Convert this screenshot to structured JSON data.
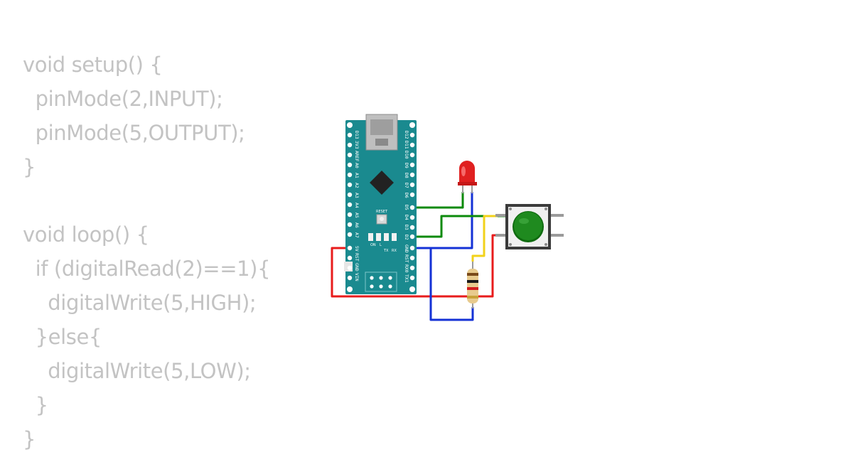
{
  "code": {
    "lines": [
      "void setup() {",
      "  pinMode(2,INPUT);",
      "  pinMode(5,OUTPUT);",
      "}",
      "",
      "void loop() {",
      "  if (digitalRead(2)==1){",
      "    digitalWrite(5,HIGH);",
      "  }else{",
      "    digitalWrite(5,LOW);",
      "  }",
      "}"
    ]
  },
  "board": {
    "left_pins": [
      "D13",
      "3V3",
      "AREF",
      "A0",
      "A1",
      "A2",
      "A3",
      "A4",
      "A5",
      "A6",
      "A7",
      "5V",
      "RST",
      "GND",
      "VIN"
    ],
    "right_pins": [
      "D12",
      "D11",
      "D10",
      "D9",
      "D8",
      "D7",
      "D6",
      "D5",
      "D4",
      "D3",
      "D2",
      "GND",
      "RST",
      "RX0",
      "TX1"
    ],
    "reset_label": "RESET",
    "led_labels": [
      "ON",
      "L",
      "TX",
      "RX"
    ]
  },
  "colors": {
    "code_text": "#c3c3c3",
    "board": "#1a8a8f",
    "wire_red": "#e81c1c",
    "wire_green": "#0b8a0b",
    "wire_blue": "#1432d6",
    "wire_yellow": "#f2d21a",
    "led": "#e02020",
    "button_cap": "#1f8a1f"
  }
}
